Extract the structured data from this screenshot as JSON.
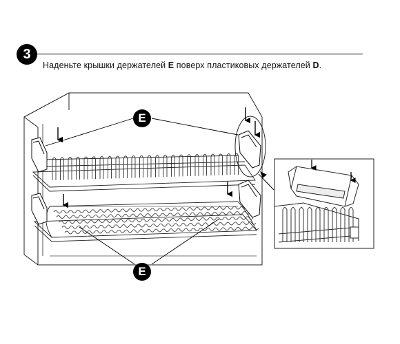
{
  "step": {
    "number": "3"
  },
  "instruction": {
    "part1": "Наденьте крышки держателей ",
    "label_e": "E",
    "part2": " поверх пластиковых держателей ",
    "label_d": "D",
    "part3": "."
  },
  "callouts": {
    "top": "E",
    "bottom": "E"
  }
}
